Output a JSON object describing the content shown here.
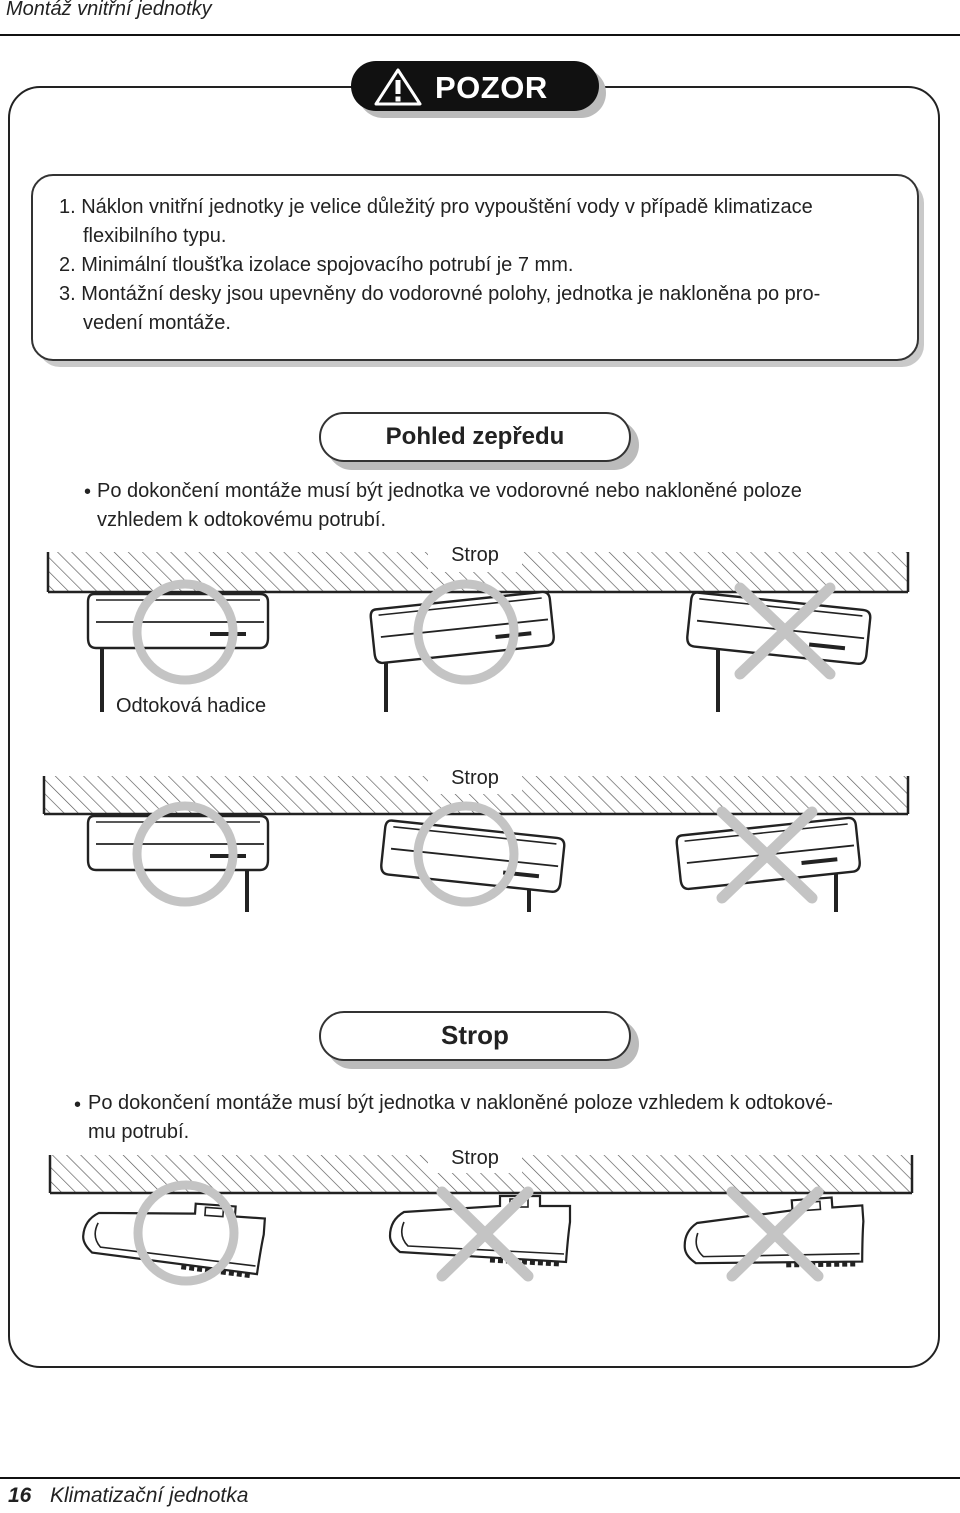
{
  "header": {
    "title": "Montáž vnitřní jednotky"
  },
  "caution": {
    "badge": "POZOR",
    "line1": "1. Náklon vnitřní jednotky je velice důležitý pro vypouštění vody v případě klimatizace",
    "line2": "flexibilního typu.",
    "line3": "2. Minimální tloušťka izolace spojovacího potrubí je 7 mm.",
    "line4": "3. Montážní desky jsou upevněny do vodorovné polohy, jednotka je nakloněna po pro-",
    "line5": "vedení montáže."
  },
  "front_view": {
    "heading": "Pohled zepředu",
    "bullet": "•",
    "line1": "Po dokončení montáže musí být jednotka ve vodorovné nebo nakloněné poloze",
    "line2": "vzhledem k odtokovému potrubí.",
    "ceiling_label": "Strop",
    "hose_label": "Odtoková hadice",
    "ceiling_label_2": "Strop"
  },
  "side_view": {
    "heading": "Strop",
    "bullet": "•",
    "line1": "Po dokončení montáže musí být jednotka v nakloněné poloze vzhledem k odtokové-",
    "line2": "mu potrubí.",
    "ceiling_label": "Strop"
  },
  "footer": {
    "page_number": "16",
    "title": "Klimatizační jednotka"
  },
  "colors": {
    "mark": "#c4c4c4",
    "ink": "#222222"
  },
  "marks": {
    "row1": [
      "correct-circle",
      "correct-circle",
      "wrong-cross"
    ],
    "row2": [
      "correct-circle",
      "correct-circle",
      "wrong-cross"
    ],
    "row3": [
      "correct-circle",
      "wrong-cross",
      "wrong-cross"
    ]
  }
}
